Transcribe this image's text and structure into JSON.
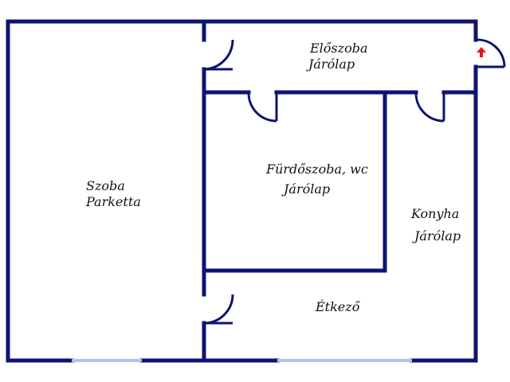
{
  "rooms": {
    "szoba": {
      "name": "Szoba",
      "floor": "Parketta"
    },
    "eloszoba": {
      "name": "Előszoba",
      "floor": "Járólap"
    },
    "furdoszoba": {
      "name": "Fürdőszoba, wc",
      "floor": "Járólap"
    },
    "konyha": {
      "name": "Konyha",
      "floor": "Járólap"
    },
    "etkezo": {
      "name": "Étkező"
    }
  },
  "colors": {
    "wall": "#0d1470",
    "window": "#a8c8e8",
    "entrance_arrow": "#e8141c"
  },
  "icons": {
    "entrance": "entrance-arrow-icon"
  }
}
